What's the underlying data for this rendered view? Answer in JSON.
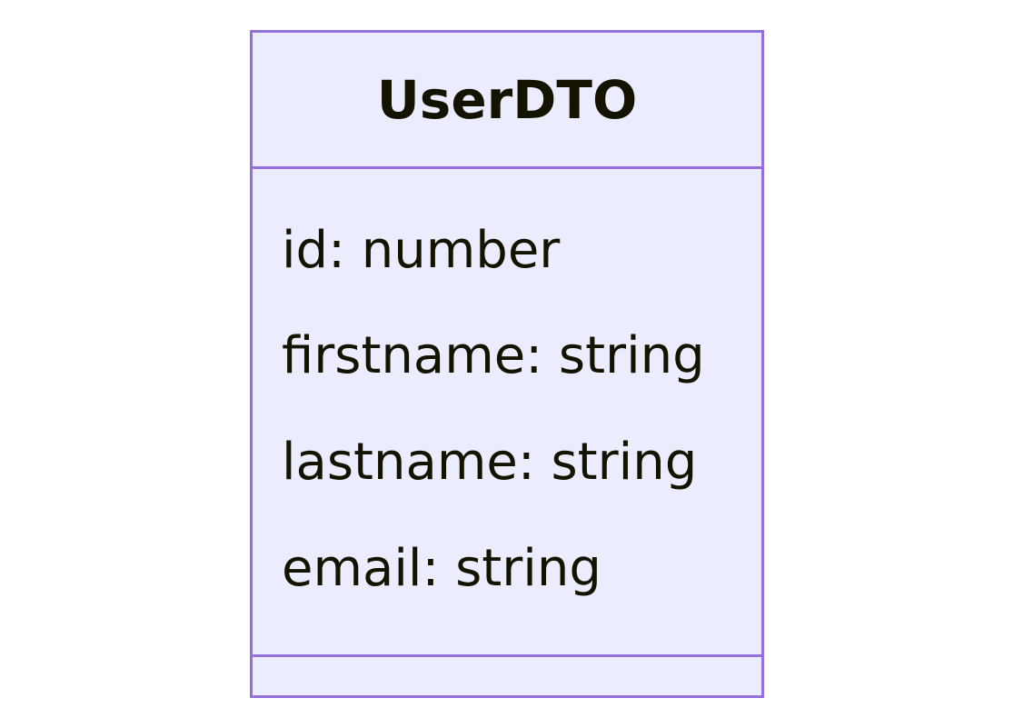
{
  "class": {
    "name": "UserDTO",
    "attributes": [
      "id: number",
      "firstname: string",
      "lastname: string",
      "email: string"
    ],
    "methods": []
  },
  "colors": {
    "fill": "#ececff",
    "stroke": "#9370db",
    "text": "#131300",
    "background": "#ffffff"
  }
}
